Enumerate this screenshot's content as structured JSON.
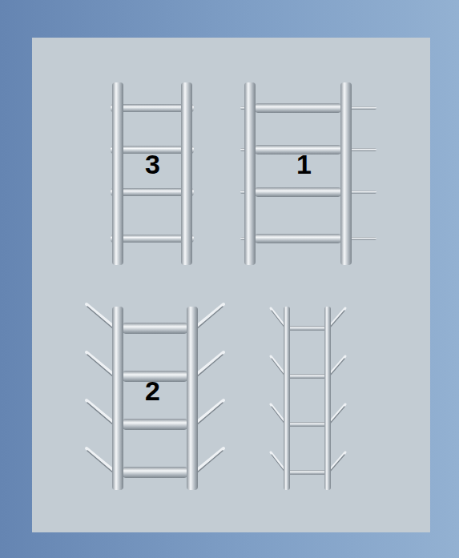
{
  "diagram": {
    "labels": [
      "3",
      "1",
      "2"
    ]
  }
}
